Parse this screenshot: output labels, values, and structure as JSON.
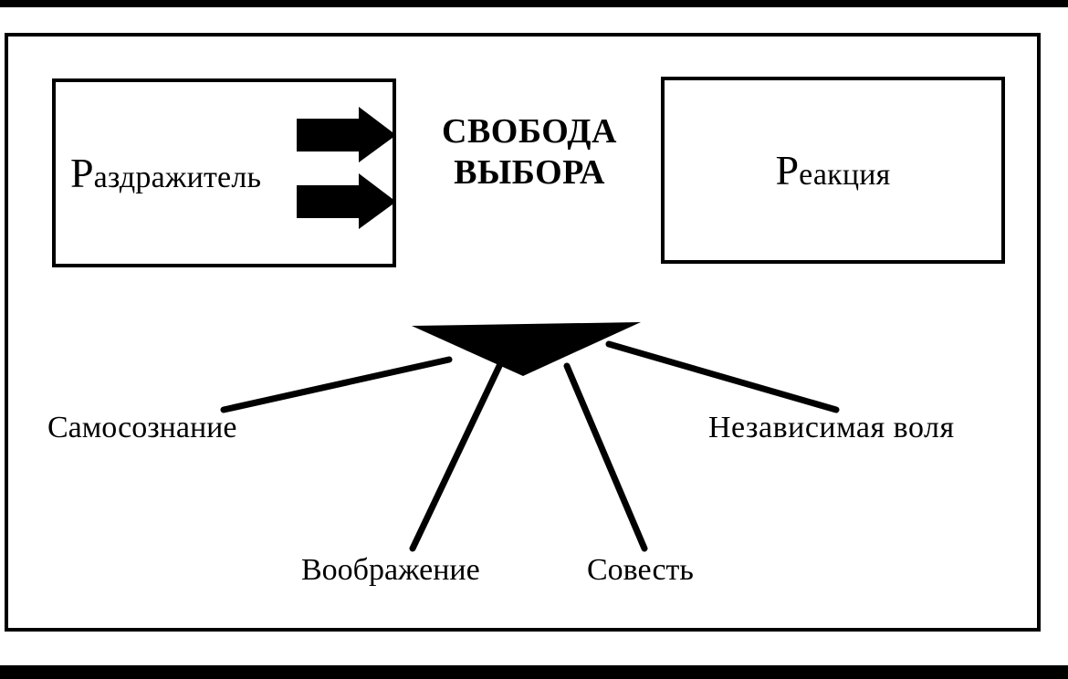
{
  "diagram": {
    "title_center": {
      "line1": "СВОБОДА",
      "line2": "ВЫБОРА"
    },
    "stimulus_box": {
      "initial": "Р",
      "rest": "аздражитель",
      "full": "Раздражитель"
    },
    "reaction_box": {
      "initial": "Р",
      "rest": "еакция",
      "full": "Реакция"
    },
    "arrows": [
      {
        "name": "stimulus-arrow-upper"
      },
      {
        "name": "stimulus-arrow-lower"
      }
    ],
    "wedge": {
      "name": "freedom-of-choice-wedge"
    },
    "endowments": [
      {
        "label": "Самосознание"
      },
      {
        "label": "Воображение"
      },
      {
        "label": "Совесть"
      },
      {
        "label": "Независимая воля"
      }
    ],
    "colors": {
      "ink": "#000000",
      "paper": "#ffffff"
    }
  }
}
